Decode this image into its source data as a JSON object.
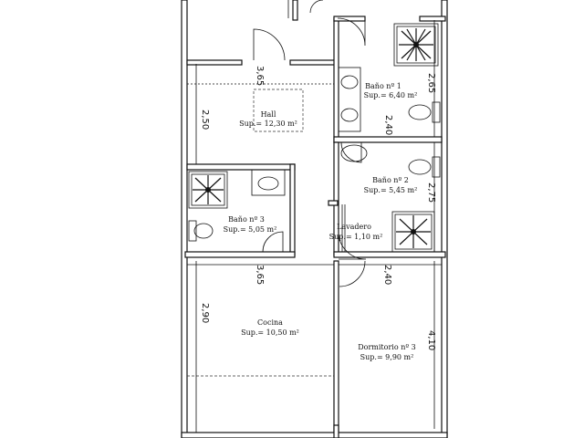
{
  "rooms": [
    {
      "id": "bano-1",
      "name": "Baño nº 1",
      "area": "Sup.= 6,40 m²"
    },
    {
      "id": "hall",
      "name": "Hall",
      "area": "Sup.= 12,30 m²"
    },
    {
      "id": "bano-2",
      "name": "Baño nº 2",
      "area": "Sup.= 5,45 m²"
    },
    {
      "id": "bano-3",
      "name": "Baño nº 3",
      "area": "Sup.= 5,05 m²"
    },
    {
      "id": "lavadero",
      "name": "Lavadero",
      "area": "Sup.= 1,10 m²"
    },
    {
      "id": "cocina",
      "name": "Cocina",
      "area": "Sup.= 10,50 m²"
    },
    {
      "id": "dormitorio-3",
      "name": "Dormitorio nº 3",
      "area": "Sup.= 9,90 m²"
    }
  ],
  "dimensions": {
    "hall_width": "3,65",
    "hall_height": "2,50",
    "bano1_height": "2,65",
    "bano1_width": "2,40",
    "bano2_height": "2,75",
    "cocina_width": "3,65",
    "dorm_width": "2,40",
    "cocina_height": "2,90",
    "dorm_height": "4,10"
  }
}
